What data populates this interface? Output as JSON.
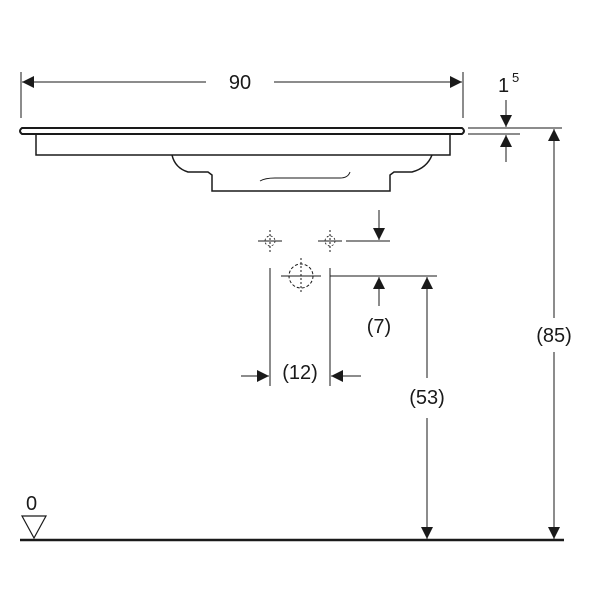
{
  "drawing": {
    "dimensions": {
      "width": "90",
      "rim_thickness_base": "1",
      "rim_thickness_sup": "5",
      "drain_offset": "(7)",
      "tap_spacing": "(12)",
      "drain_height": "(53)",
      "overall_height": "(85)",
      "floor_level": "0"
    },
    "colors": {
      "line": "#1a1a1a",
      "background": "#ffffff"
    }
  }
}
